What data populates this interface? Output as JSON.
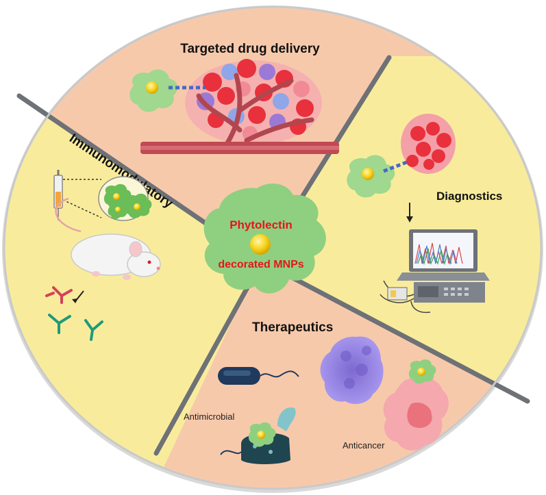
{
  "diagram": {
    "center_line1": "Phytolectin",
    "center_line2": "decorated MNPs",
    "sections": {
      "top": "Targeted drug delivery",
      "left": "Immunomodulatory",
      "right": "Diagnostics",
      "bottom": "Therapeutics",
      "bottom_sub1": "Antimicrobial",
      "bottom_sub2": "Anticancer"
    }
  },
  "colors": {
    "peach": "#f7c9ab",
    "yellow": "#f8ec9c",
    "divider": "#6e7176",
    "rim": "#d9d9d9",
    "lectin_green": "#8fd080",
    "core_yellow": "#f6d21a",
    "label_red": "#e8141b",
    "tumor_red": "#e8313d",
    "cancer_purple": "#8d7bd6"
  }
}
